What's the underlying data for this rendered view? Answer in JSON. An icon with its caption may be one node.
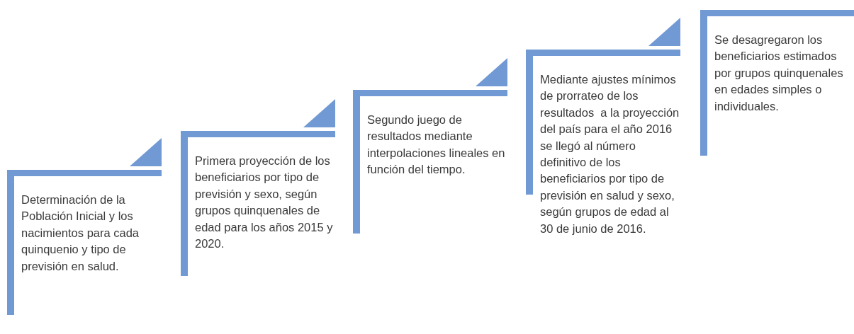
{
  "diagram": {
    "nodes": [
      {
        "text": [
          "Determinación de la Población Inicial y los nacimientos para cada quinquenio y tipo de previsión en salud."
        ]
      },
      {
        "text": [
          "Primera proyección de los beneficiarios por tipo de previsión y sexo, según grupos quinquenales de edad para los años 2015 y 2020."
        ]
      },
      {
        "text": [
          "Segundo juego de resultados mediante interpolaciones lineales en función del tiempo."
        ]
      },
      {
        "text": [
          "Mediante ajustes mínimos de prorrateo de los resultados  a la proyección del país para el año 2016 se llegó al número definitivo de los beneficiarios por tipo de previsión en salud y sexo, según grupos de edad al 30 de junio de 2016."
        ]
      },
      {
        "text": [
          "Se desagregaron los beneficiarios estimados por grupos quinquenales en edades simples o individuales."
        ]
      }
    ]
  }
}
